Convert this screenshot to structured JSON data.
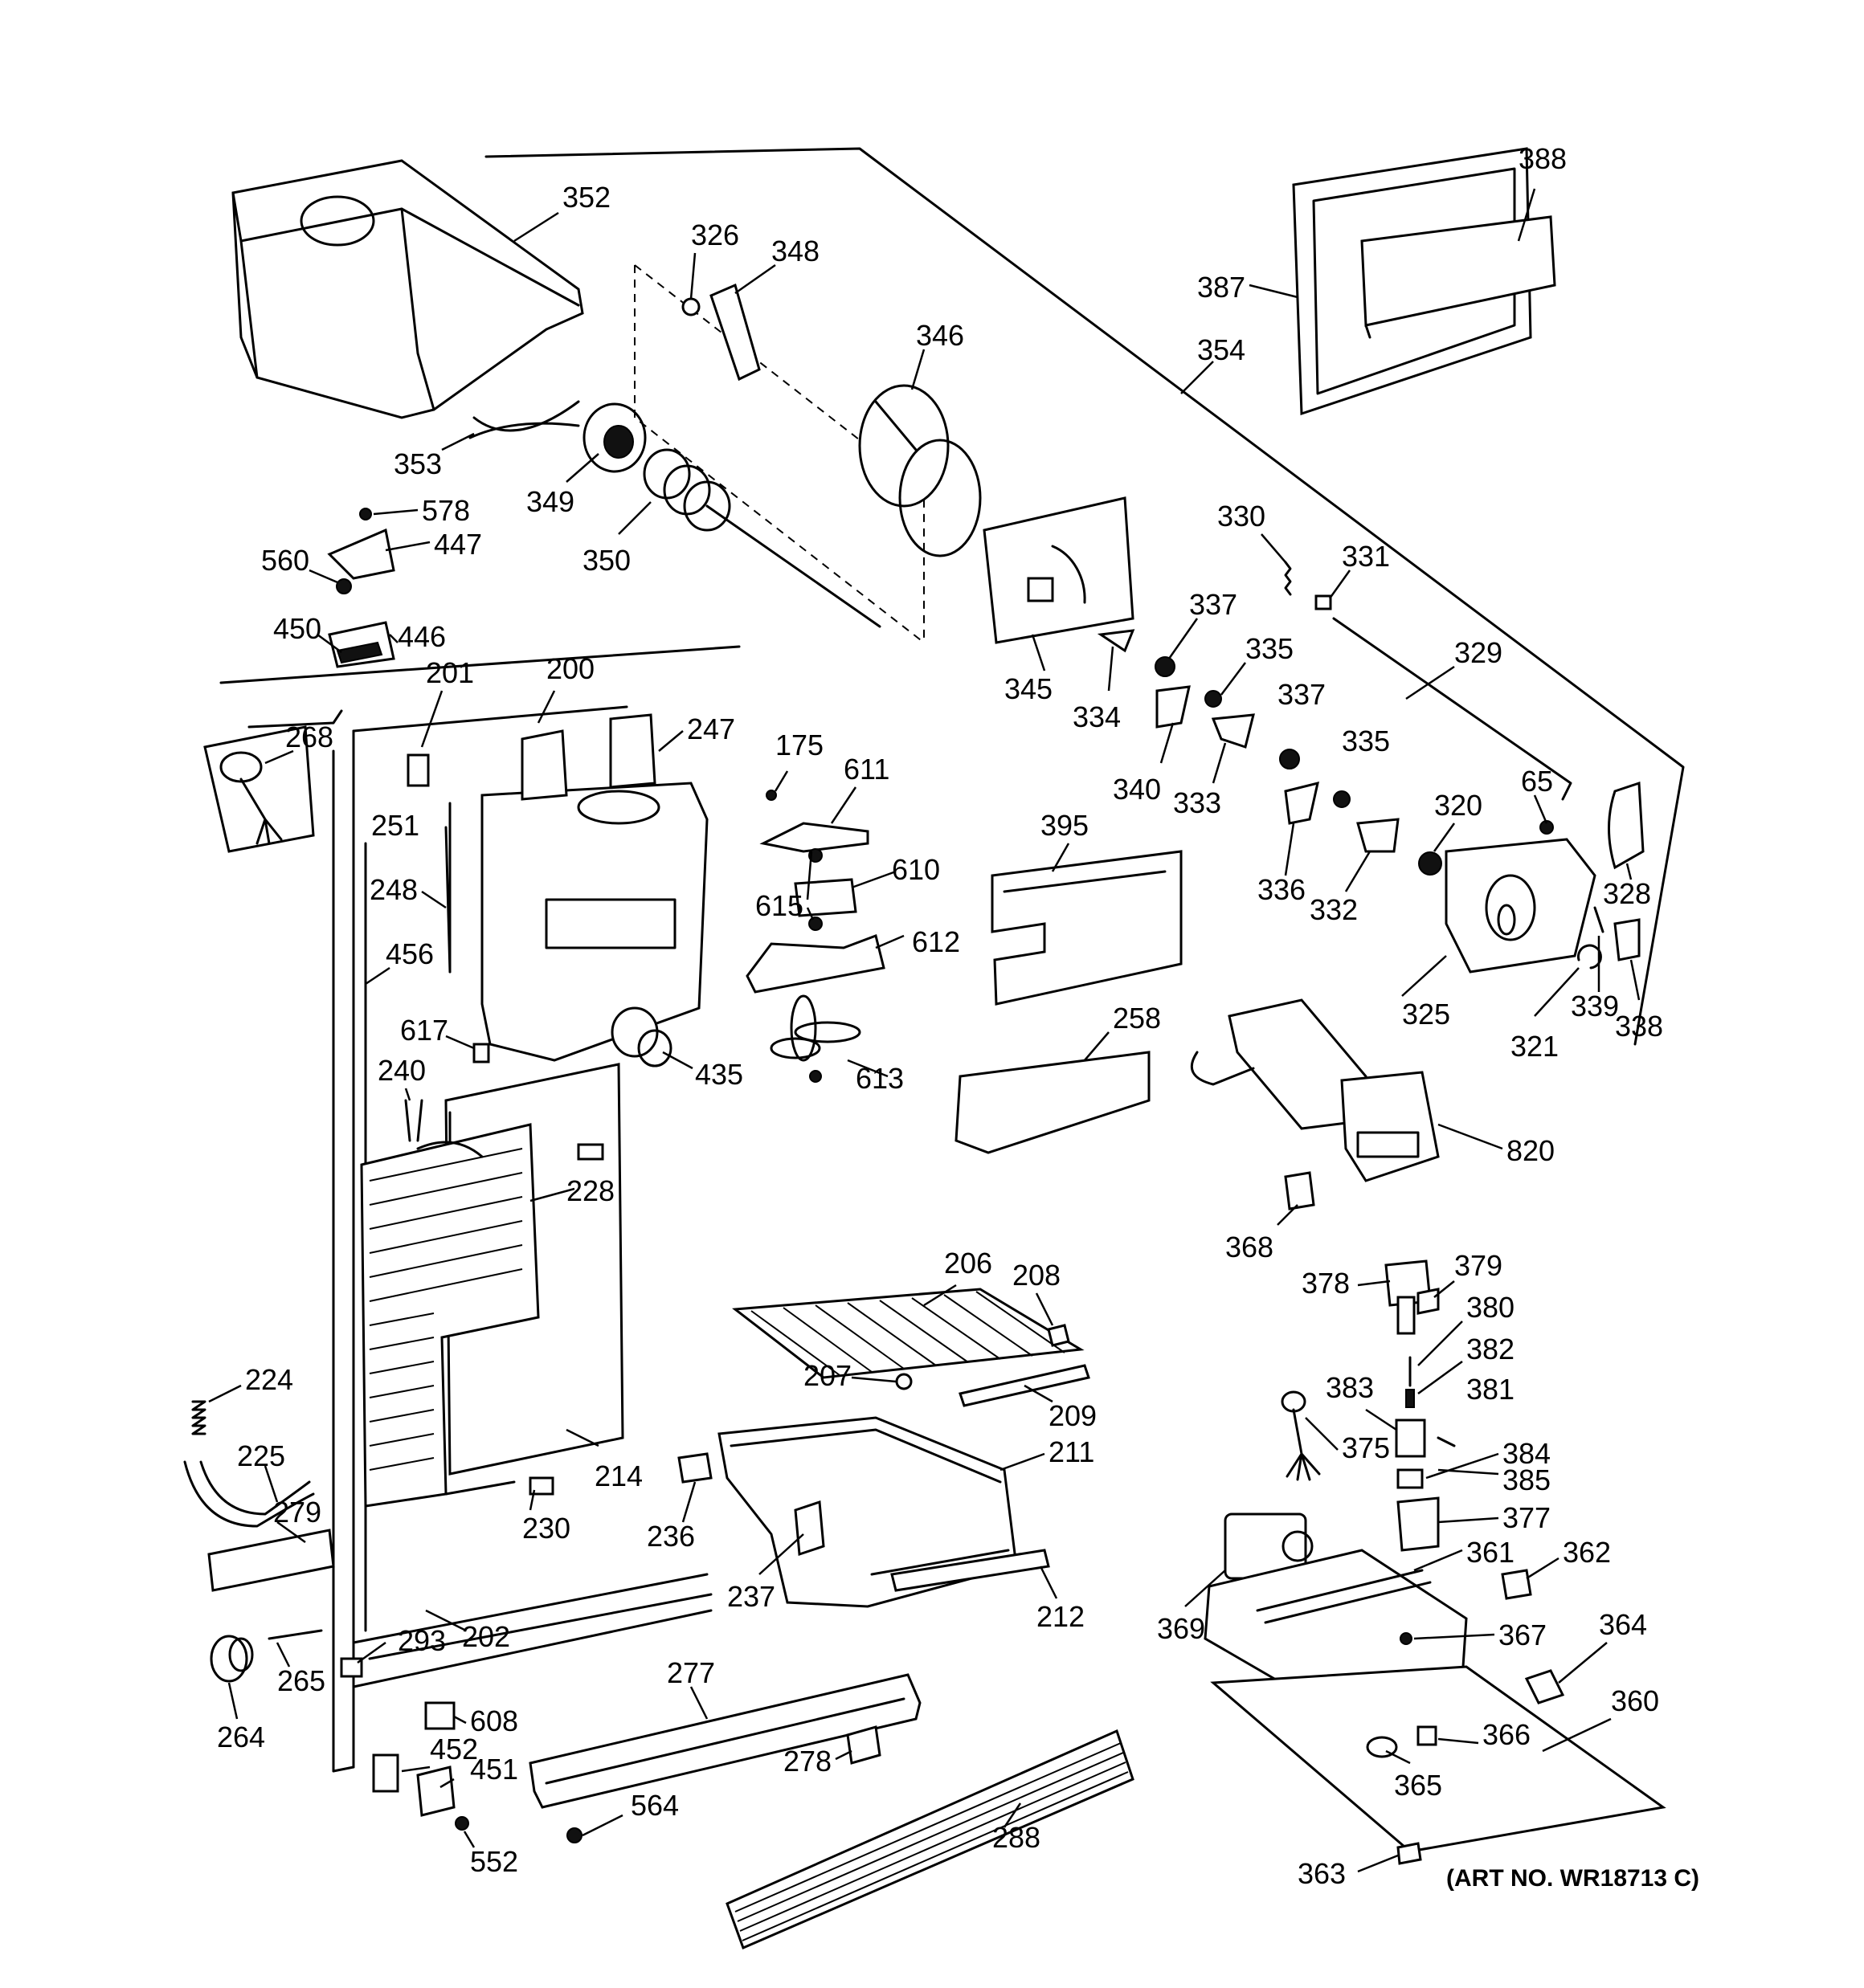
{
  "art_number": "(ART NO. WR18713 C)",
  "labels": [
    "352",
    "326",
    "348",
    "346",
    "388",
    "387",
    "354",
    "353",
    "349",
    "350",
    "578",
    "447",
    "560",
    "450",
    "446",
    "201",
    "200",
    "247",
    "268",
    "251",
    "248",
    "456",
    "175",
    "611",
    "610",
    "615",
    "612",
    "613",
    "435",
    "617",
    "240",
    "228",
    "395",
    "258",
    "345",
    "334",
    "337",
    "335",
    "340",
    "333",
    "336",
    "332",
    "325",
    "321",
    "339",
    "338",
    "328",
    "320",
    "65",
    "329",
    "331",
    "330",
    "820",
    "368",
    "378",
    "379",
    "380",
    "382",
    "383",
    "381",
    "375",
    "384",
    "385",
    "377",
    "369",
    "361",
    "362",
    "367",
    "364",
    "360",
    "366",
    "365",
    "363",
    "206",
    "208",
    "207",
    "209",
    "211",
    "212",
    "236",
    "237",
    "224",
    "225",
    "279",
    "214",
    "230",
    "202",
    "293",
    "265",
    "264",
    "608",
    "452",
    "451",
    "552",
    "277",
    "278",
    "564",
    "288"
  ]
}
